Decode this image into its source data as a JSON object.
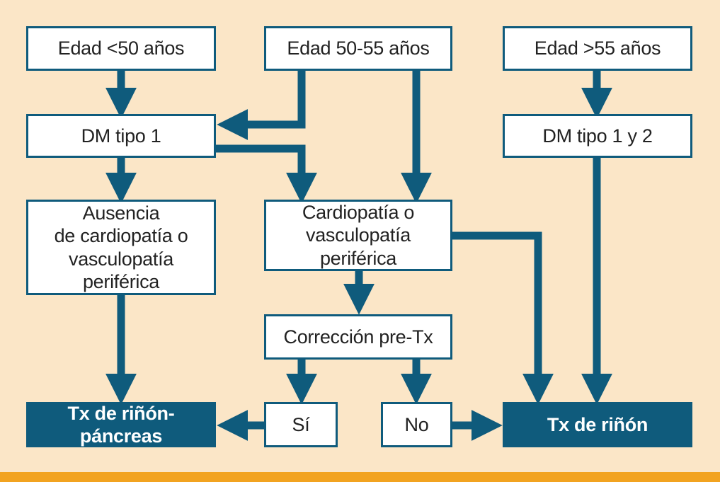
{
  "colors": {
    "background": "#fbe6c7",
    "box_border": "#0f5b7c",
    "dark_box": "#0f5b7c",
    "accent_bar": "#f2a320"
  },
  "nodes": {
    "age_lt50": "Edad <50 años",
    "age_50_55": "Edad  50-55 años",
    "age_gt55": "Edad >55 años",
    "dm1": "DM tipo 1",
    "dm12": "DM tipo 1 y 2",
    "no_cardio": "Ausencia\nde cardiopatía o\nvasculopatía periférica",
    "cardio": "Cardiopatía o\nvasculopatía periférica",
    "correction": "Corrección pre-Tx",
    "yes": "Sí",
    "no": "No",
    "kidney_pancreas": "Tx de riñón-páncreas",
    "kidney": "Tx de riñón"
  }
}
